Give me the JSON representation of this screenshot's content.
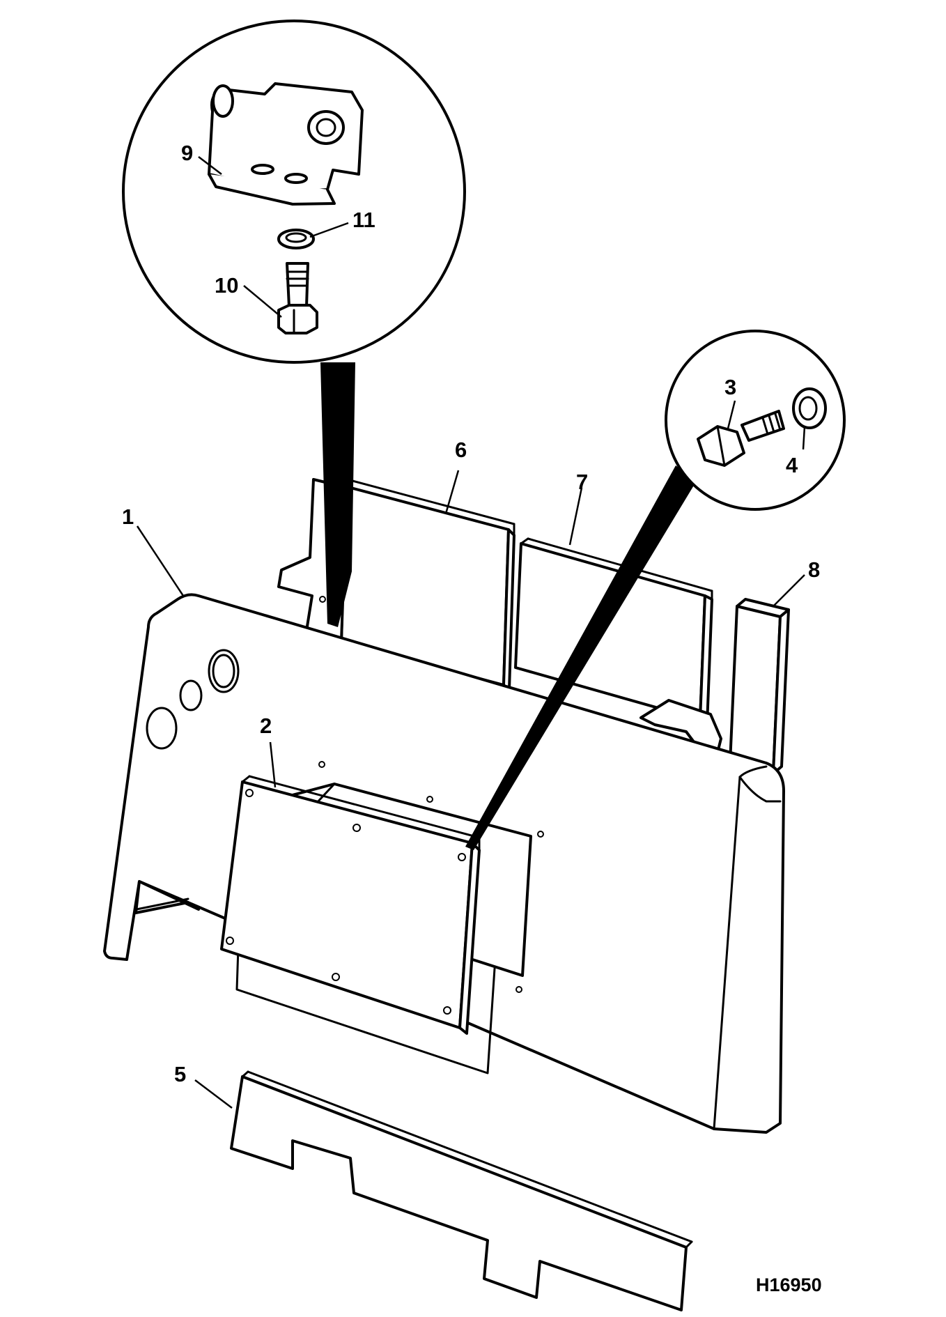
{
  "labels": {
    "p1": "1",
    "p2": "2",
    "p3": "3",
    "p4": "4",
    "p5": "5",
    "p6": "6",
    "p7": "7",
    "p8": "8",
    "p9": "9",
    "p10": "10",
    "p11": "11"
  },
  "reference": "H16950"
}
